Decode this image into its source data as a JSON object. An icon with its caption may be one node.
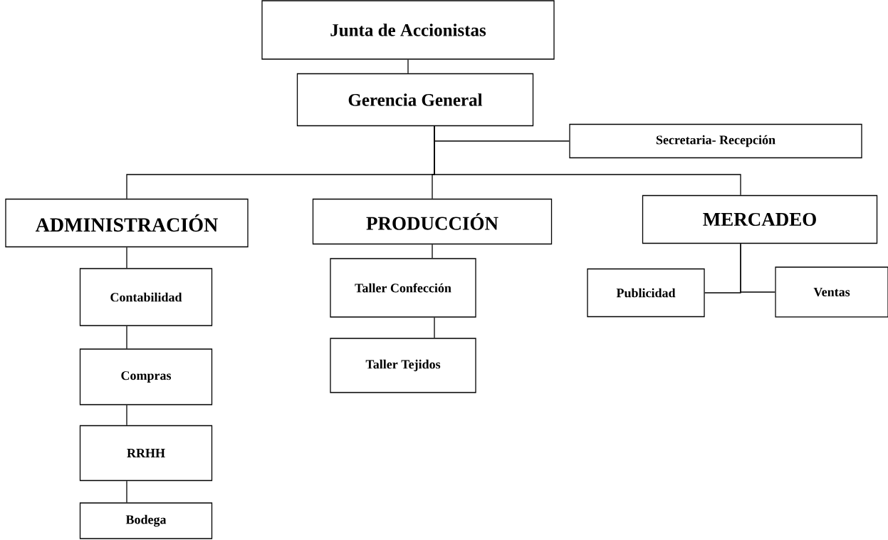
{
  "diagram": {
    "nodes": [
      {
        "text": [
          "Junta de Accionistas"
        ]
      },
      {
        "text": [
          "Gerencia General"
        ]
      },
      {
        "text": [
          "Secretaria- Recepción"
        ]
      },
      {
        "text": [
          "ADMINISTRACIÓN"
        ]
      },
      {
        "text": [
          "PRODUCCIÓN"
        ]
      },
      {
        "text": [
          "MERCADEO"
        ]
      },
      {
        "text": [
          "Contabilidad"
        ]
      },
      {
        "text": [
          "Compras"
        ]
      },
      {
        "text": [
          "RRHH"
        ]
      },
      {
        "text": [
          "Bodega"
        ]
      },
      {
        "text": [
          "Taller Confección"
        ]
      },
      {
        "text": [
          "Taller Tejidos"
        ]
      },
      {
        "text": [
          "Publicidad"
        ]
      },
      {
        "text": [
          "Ventas"
        ]
      }
    ],
    "edges": [
      {
        "from": 0,
        "to": 1,
        "arrow": "none"
      },
      {
        "from": 1,
        "to": 2,
        "arrow": "none"
      },
      {
        "from": 1,
        "to": 3,
        "arrow": "none"
      },
      {
        "from": 1,
        "to": 4,
        "arrow": "none"
      },
      {
        "from": 1,
        "to": 5,
        "arrow": "none"
      },
      {
        "from": 3,
        "to": 6,
        "arrow": "none"
      },
      {
        "from": 6,
        "to": 7,
        "arrow": "none"
      },
      {
        "from": 7,
        "to": 8,
        "arrow": "none"
      },
      {
        "from": 8,
        "to": 9,
        "arrow": "none"
      },
      {
        "from": 4,
        "to": 10,
        "arrow": "none"
      },
      {
        "from": 10,
        "to": 11,
        "arrow": "none"
      },
      {
        "from": 5,
        "to": 12,
        "arrow": "none"
      },
      {
        "from": 5,
        "to": 13,
        "arrow": "none"
      }
    ]
  }
}
